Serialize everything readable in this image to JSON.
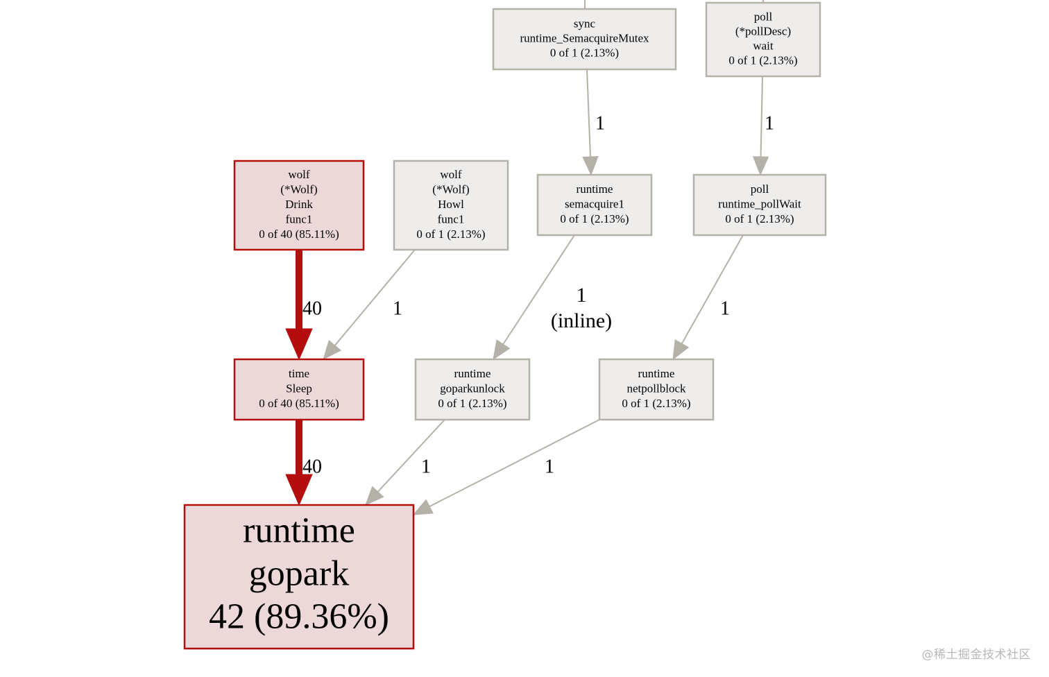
{
  "colors": {
    "hot_fill": "#ecd8d8",
    "hot_stroke": "#b40d0d",
    "cold_fill": "#eeedeb",
    "cold_stroke": "#b3b1a8",
    "hot_edge": "#b30d0d",
    "cold_edge": "#b3b1a8"
  },
  "nodes": [
    {
      "id": "sync_semacquire_mutex",
      "name": "node-sync-runtime-semacquiremutex",
      "lines": [
        "sync",
        "runtime_SemacquireMutex",
        "0 of 1 (2.13%)"
      ],
      "hot": false
    },
    {
      "id": "poll_desc_wait",
      "name": "node-poll-polldesc-wait",
      "lines": [
        "poll",
        "(*pollDesc)",
        "wait",
        "0 of 1 (2.13%)"
      ],
      "hot": false
    },
    {
      "id": "wolf_drink",
      "name": "node-wolf-drink-func1",
      "lines": [
        "wolf",
        "(*Wolf)",
        "Drink",
        "func1",
        "0 of 40 (85.11%)"
      ],
      "hot": true
    },
    {
      "id": "wolf_howl",
      "name": "node-wolf-howl-func1",
      "lines": [
        "wolf",
        "(*Wolf)",
        "Howl",
        "func1",
        "0 of 1 (2.13%)"
      ],
      "hot": false
    },
    {
      "id": "runtime_semacquire1",
      "name": "node-runtime-semacquire1",
      "lines": [
        "runtime",
        "semacquire1",
        "0 of 1 (2.13%)"
      ],
      "hot": false
    },
    {
      "id": "poll_runtime_pollwait",
      "name": "node-poll-runtime-pollwait",
      "lines": [
        "poll",
        "runtime_pollWait",
        "0 of 1 (2.13%)"
      ],
      "hot": false
    },
    {
      "id": "time_sleep",
      "name": "node-time-sleep",
      "lines": [
        "time",
        "Sleep",
        "0 of 40 (85.11%)"
      ],
      "hot": true
    },
    {
      "id": "runtime_goparkunlock",
      "name": "node-runtime-goparkunlock",
      "lines": [
        "runtime",
        "goparkunlock",
        "0 of 1 (2.13%)"
      ],
      "hot": false
    },
    {
      "id": "runtime_netpollblock",
      "name": "node-runtime-netpollblock",
      "lines": [
        "runtime",
        "netpollblock",
        "0 of 1 (2.13%)"
      ],
      "hot": false
    },
    {
      "id": "runtime_gopark",
      "name": "node-runtime-gopark",
      "lines": [
        "runtime",
        "gopark",
        "42 (89.36%)"
      ],
      "hot": true
    }
  ],
  "edges": [
    {
      "from": "incoming_sync",
      "to": "sync_semacquire_mutex",
      "label": [],
      "hot": false
    },
    {
      "from": "incoming_poll",
      "to": "poll_desc_wait",
      "label": [],
      "hot": false
    },
    {
      "from": "sync_semacquire_mutex",
      "to": "runtime_semacquire1",
      "label": [
        "1"
      ],
      "hot": false
    },
    {
      "from": "poll_desc_wait",
      "to": "poll_runtime_pollwait",
      "label": [
        "1"
      ],
      "hot": false
    },
    {
      "from": "wolf_drink",
      "to": "time_sleep",
      "label": [
        "40"
      ],
      "hot": true
    },
    {
      "from": "wolf_howl",
      "to": "time_sleep",
      "label": [
        "1"
      ],
      "hot": false
    },
    {
      "from": "runtime_semacquire1",
      "to": "runtime_goparkunlock",
      "label": [
        "1",
        "(inline)"
      ],
      "hot": false
    },
    {
      "from": "poll_runtime_pollwait",
      "to": "runtime_netpollblock",
      "label": [
        "1"
      ],
      "hot": false
    },
    {
      "from": "time_sleep",
      "to": "runtime_gopark",
      "label": [
        "40"
      ],
      "hot": true
    },
    {
      "from": "runtime_goparkunlock",
      "to": "runtime_gopark",
      "label": [
        "1"
      ],
      "hot": false
    },
    {
      "from": "runtime_netpollblock",
      "to": "runtime_gopark",
      "label": [
        "1"
      ],
      "hot": false
    }
  ],
  "watermark": "@稀土掘金技术社区"
}
